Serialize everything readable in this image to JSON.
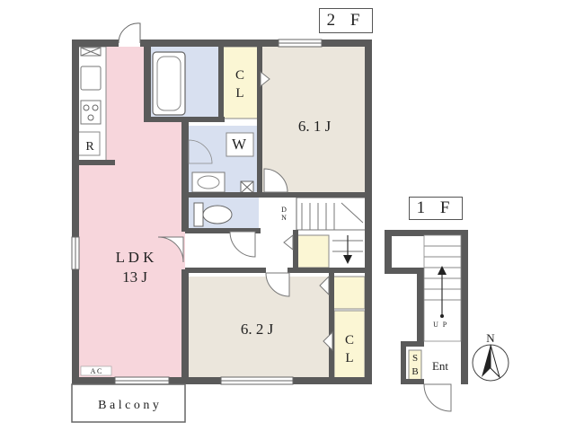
{
  "floors": {
    "second": {
      "tag": "2 F",
      "rooms": {
        "ldk_line1": "L D K",
        "ldk_line2": "13 J",
        "bedroom_a": "6. 1 J",
        "bedroom_b": "6. 2 J",
        "closet_a_line1": "C",
        "closet_a_line2": "L",
        "closet_b_line1": "C",
        "closet_b_line2": "L",
        "washroom": "W",
        "fridge": "R",
        "aircon": "A C",
        "stairs_down": "D\nN",
        "stairs_down_d": "D",
        "stairs_down_n": "N",
        "balcony": "B a l c o n y"
      }
    },
    "first": {
      "tag": "1 F",
      "rooms": {
        "stairs_up_u": "U",
        "stairs_up_p": "P",
        "shoe_box_line1": "S",
        "shoe_box_line2": "B",
        "entrance": "Ent"
      }
    }
  },
  "compass": {
    "north": "N"
  },
  "colors": {
    "wall": "#5a5a5a",
    "ldk": "#f7d6dc",
    "bedroom": "#ebe6dc",
    "wet_area": "#d8e0f0",
    "closet": "#fbf6d4",
    "floor_plain": "#ffffff"
  }
}
